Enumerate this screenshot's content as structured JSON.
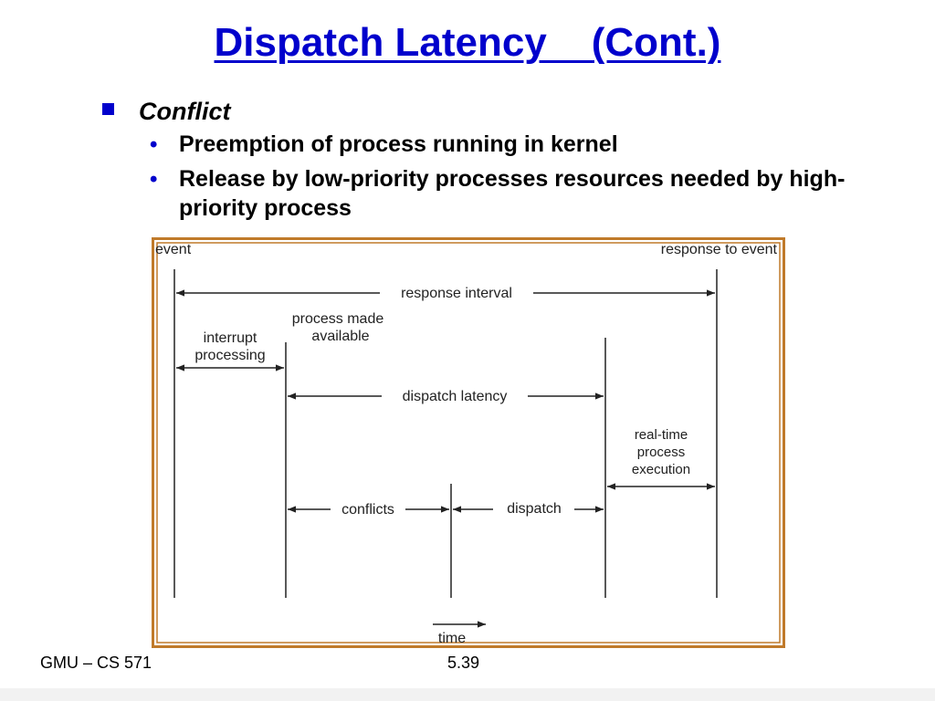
{
  "slide": {
    "title": "Dispatch Latency    (Cont.)",
    "bullet": "Conflict",
    "sub_bullets": [
      "Preemption of process running in kernel",
      "Release by low-priority processes resources needed by high-priority process"
    ],
    "footer_left": "GMU – CS 571",
    "footer_page": "5.39"
  },
  "diagram": {
    "event": "event",
    "response_to_event": "response to event",
    "response_interval": "response interval",
    "process_made_available": [
      "process made",
      "available"
    ],
    "interrupt_processing": [
      "interrupt",
      "processing"
    ],
    "dispatch_latency": "dispatch latency",
    "realtime_execution": [
      "real-time",
      "process",
      "execution"
    ],
    "conflicts": "conflicts",
    "dispatch": "dispatch",
    "time": "time"
  },
  "colors": {
    "title": "#0000cc",
    "bullet": "#0000cc",
    "frame": "#c07a2a"
  }
}
